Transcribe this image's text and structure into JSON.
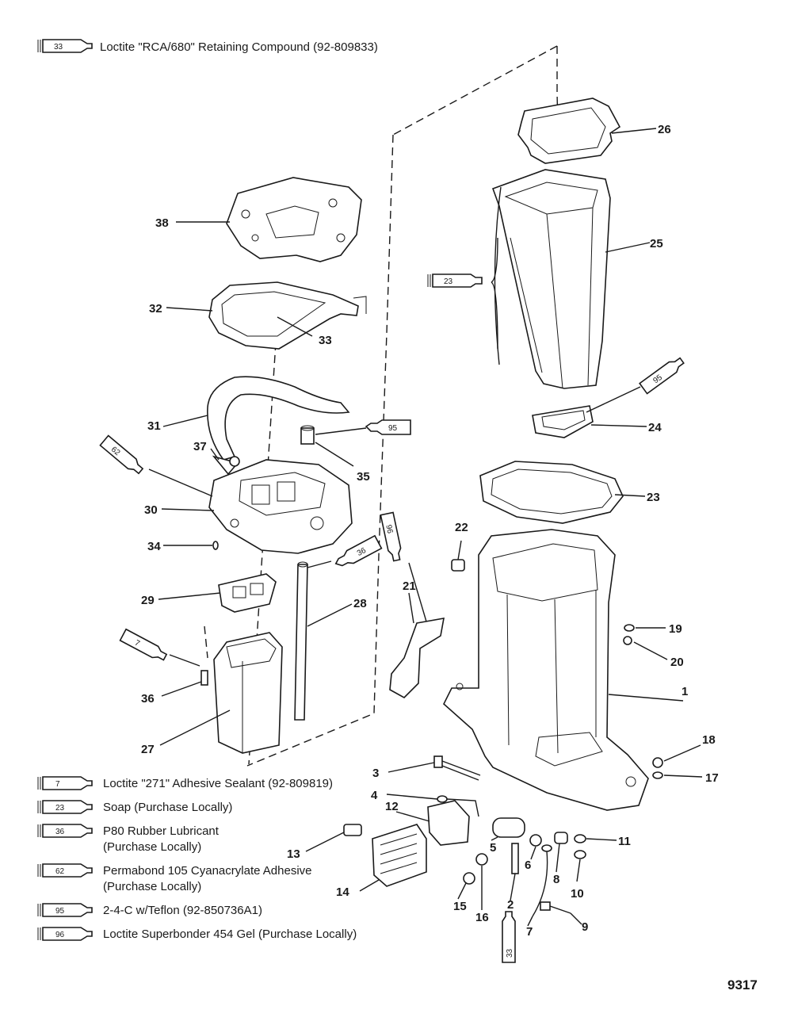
{
  "legend_top": {
    "code": "33",
    "text": "Loctite \"RCA/680\" Retaining Compound (92-809833)"
  },
  "legend": [
    {
      "code": "7",
      "lines": [
        "Loctite \"271\" Adhesive Sealant (92-809819)"
      ]
    },
    {
      "code": "23",
      "lines": [
        "Soap (Purchase Locally)"
      ]
    },
    {
      "code": "36",
      "lines": [
        "P80 Rubber Lubricant",
        "(Purchase Locally)"
      ]
    },
    {
      "code": "62",
      "lines": [
        "Permabond 105 Cyanacrylate Adhesive",
        "(Purchase Locally)"
      ]
    },
    {
      "code": "95",
      "lines": [
        "2-4-C w/Teflon (92-850736A1)"
      ]
    },
    {
      "code": "96",
      "lines": [
        "Loctite Superbonder 454 Gel (Purchase Locally)"
      ]
    }
  ],
  "callouts": [
    "1",
    "2",
    "3",
    "4",
    "5",
    "6",
    "7",
    "8",
    "9",
    "10",
    "11",
    "12",
    "13",
    "14",
    "15",
    "16",
    "17",
    "18",
    "19",
    "20",
    "21",
    "22",
    "23",
    "24",
    "25",
    "26",
    "27",
    "28",
    "29",
    "30",
    "31",
    "32",
    "33",
    "34",
    "35",
    "36",
    "37",
    "38"
  ],
  "tubes": [
    "23",
    "95",
    "95",
    "62",
    "36",
    "96",
    "7",
    "33"
  ],
  "figure_number": "9317"
}
